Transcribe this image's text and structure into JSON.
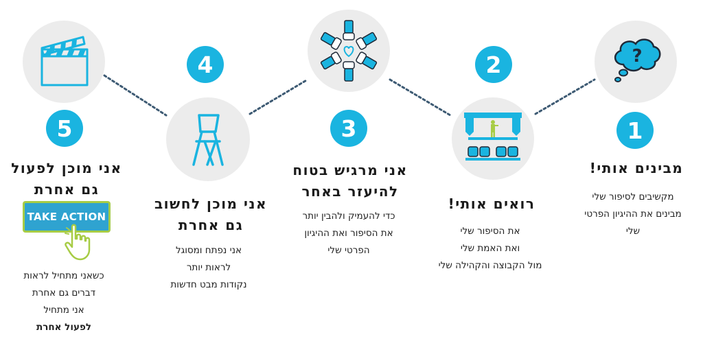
{
  "steps": [
    {
      "number": "1",
      "title_lines": [
        "מבינים אותי!"
      ],
      "desc_lines": [
        "מקשיבים לסיפור שלי",
        "מבינים את ההיגיון הפרטי",
        "שלי"
      ],
      "icon": "thought-bubble-question-icon"
    },
    {
      "number": "2",
      "title_lines": [
        "רואים אותי!"
      ],
      "desc_lines": [
        "את הסיפור שלי",
        "ואת האמת שלי",
        "מול הקבוצה והקהילה שלי"
      ],
      "icon": "theater-stage-icon"
    },
    {
      "number": "3",
      "title_lines": [
        "אני מרגיש בטוח",
        "להיעזר באחר"
      ],
      "desc_lines": [
        "כדי להעמיק ולהבין יותר",
        "את הסיפור ואת ההיגיון",
        "הפרטי שלי"
      ],
      "icon": "hands-circle-heart-icon"
    },
    {
      "number": "4",
      "title_lines": [
        "אני מוכן לחשוב",
        "גם אחרת"
      ],
      "desc_lines": [
        "אני נפתח ומסוגל",
        "לראות יותר",
        "נקודות מבט חדשות"
      ],
      "icon": "folding-chair-icon"
    },
    {
      "number": "5",
      "title_lines": [
        "אני מוכן לפעול",
        "גם אחרת"
      ],
      "desc_lines": [
        "כשאני מתחיל לראות",
        "דברים גם אחרת",
        "אני מתחיל",
        "לפעול אחרת"
      ],
      "icon": "clapperboard-icon",
      "button_label": "TAKE ACTION"
    }
  ],
  "colors": {
    "accent": "#1ab4e0",
    "circle_bg": "#ececec",
    "connector": "#3d5a73",
    "button_border": "#a7cc45",
    "hand": "#a7cc45"
  }
}
